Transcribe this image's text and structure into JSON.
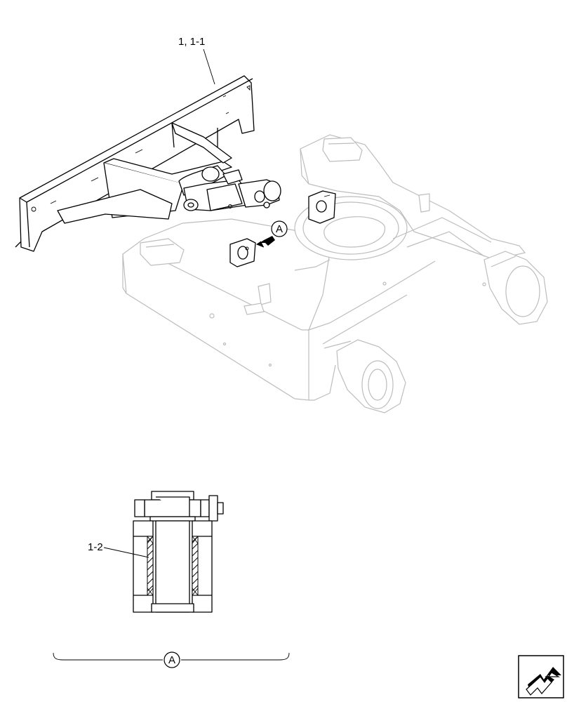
{
  "labels": {
    "blade_callout": "1, 1-1",
    "bushing_callout": "1-2",
    "view_marker_top": "A",
    "view_marker_bottom": "A"
  },
  "icons": {
    "nav": "next-page-arrow-icon"
  }
}
